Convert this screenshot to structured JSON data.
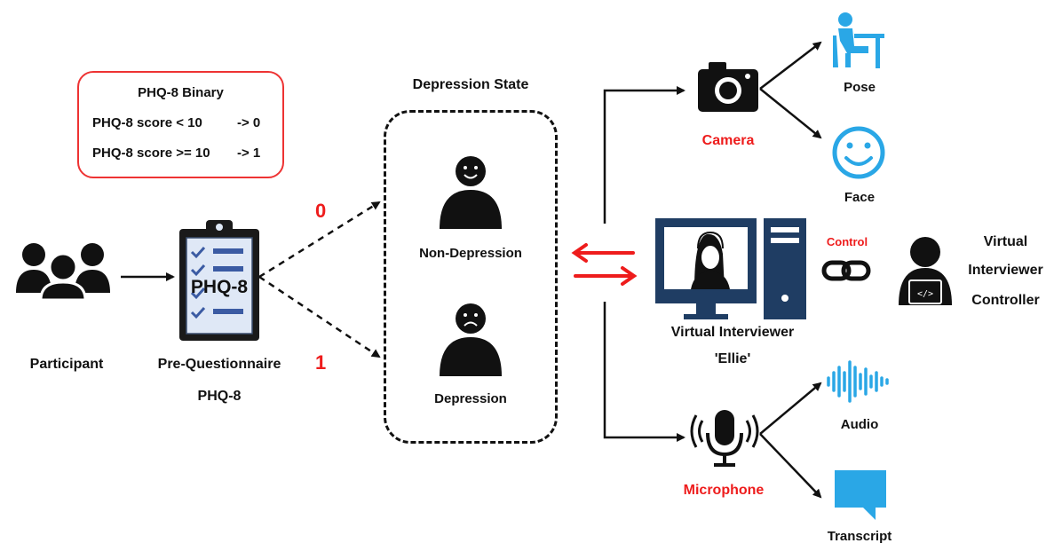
{
  "binary": {
    "title": "PHQ-8 Binary",
    "rule0_left": "PHQ-8 score < 10",
    "rule0_right": "-> 0",
    "rule1_left": "PHQ-8 score >= 10",
    "rule1_right": "-> 1"
  },
  "participant": {
    "label": "Participant"
  },
  "questionnaire": {
    "label": "Pre-Questionnaire",
    "sublabel": "PHQ-8",
    "clipboard_text": "PHQ-8"
  },
  "branches": {
    "zero": "0",
    "one": "1"
  },
  "depression_state": {
    "title": "Depression State",
    "non_depression": "Non-Depression",
    "depression": "Depression"
  },
  "interviewer": {
    "label": "Virtual Interviewer",
    "name": "'Ellie'"
  },
  "camera": {
    "label": "Camera"
  },
  "microphone": {
    "label": "Microphone"
  },
  "outputs": {
    "pose": "Pose",
    "face": "Face",
    "audio": "Audio",
    "transcript": "Transcript"
  },
  "control": {
    "label": "Control"
  },
  "controller": {
    "line1": "Virtual",
    "line2": "Interviewer",
    "line3": "Controller"
  },
  "colors": {
    "accent_red": "#ee1c1c",
    "icon_blue": "#2aa7e6",
    "monitor_navy": "#1f3d63"
  },
  "icons": [
    "group-icon",
    "clipboard-icon",
    "happy-person-icon",
    "sad-person-icon",
    "camera-icon",
    "microphone-icon",
    "pose-icon",
    "smiley-face-icon",
    "audio-wave-icon",
    "speech-bubble-icon",
    "computer-icon",
    "link-icon",
    "coder-icon"
  ]
}
